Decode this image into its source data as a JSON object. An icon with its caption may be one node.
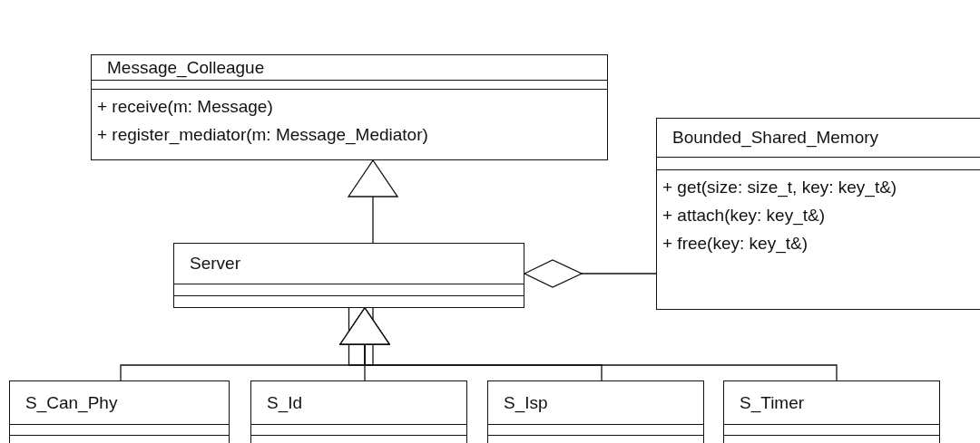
{
  "diagram": {
    "nodes": [
      {
        "text": [
          "Message_Colleague",
          "+ receive(m: Message)",
          "+ register_mediator(m: Message_Mediator)"
        ]
      },
      {
        "text": [
          "Bounded_Shared_Memory",
          "+ get(size: size_t, key: key_t&)",
          "+ attach(key: key_t&)",
          "+ free(key: key_t&)"
        ]
      },
      {
        "text": [
          "Server"
        ]
      },
      {
        "text": [
          "S_Can_Phy"
        ]
      },
      {
        "text": [
          "S_Id"
        ]
      },
      {
        "text": [
          "S_Isp"
        ]
      },
      {
        "text": [
          "S_Timer"
        ]
      }
    ],
    "edges": [
      {
        "from": 2,
        "to": 0,
        "arrow": "to"
      },
      {
        "from": 2,
        "to": 1,
        "arrow": "other"
      },
      {
        "from": 3,
        "to": 2,
        "arrow": "to"
      },
      {
        "from": 4,
        "to": 2,
        "arrow": "to"
      },
      {
        "from": 5,
        "to": 2,
        "arrow": "to"
      },
      {
        "from": 6,
        "to": 2,
        "arrow": "to"
      }
    ]
  }
}
